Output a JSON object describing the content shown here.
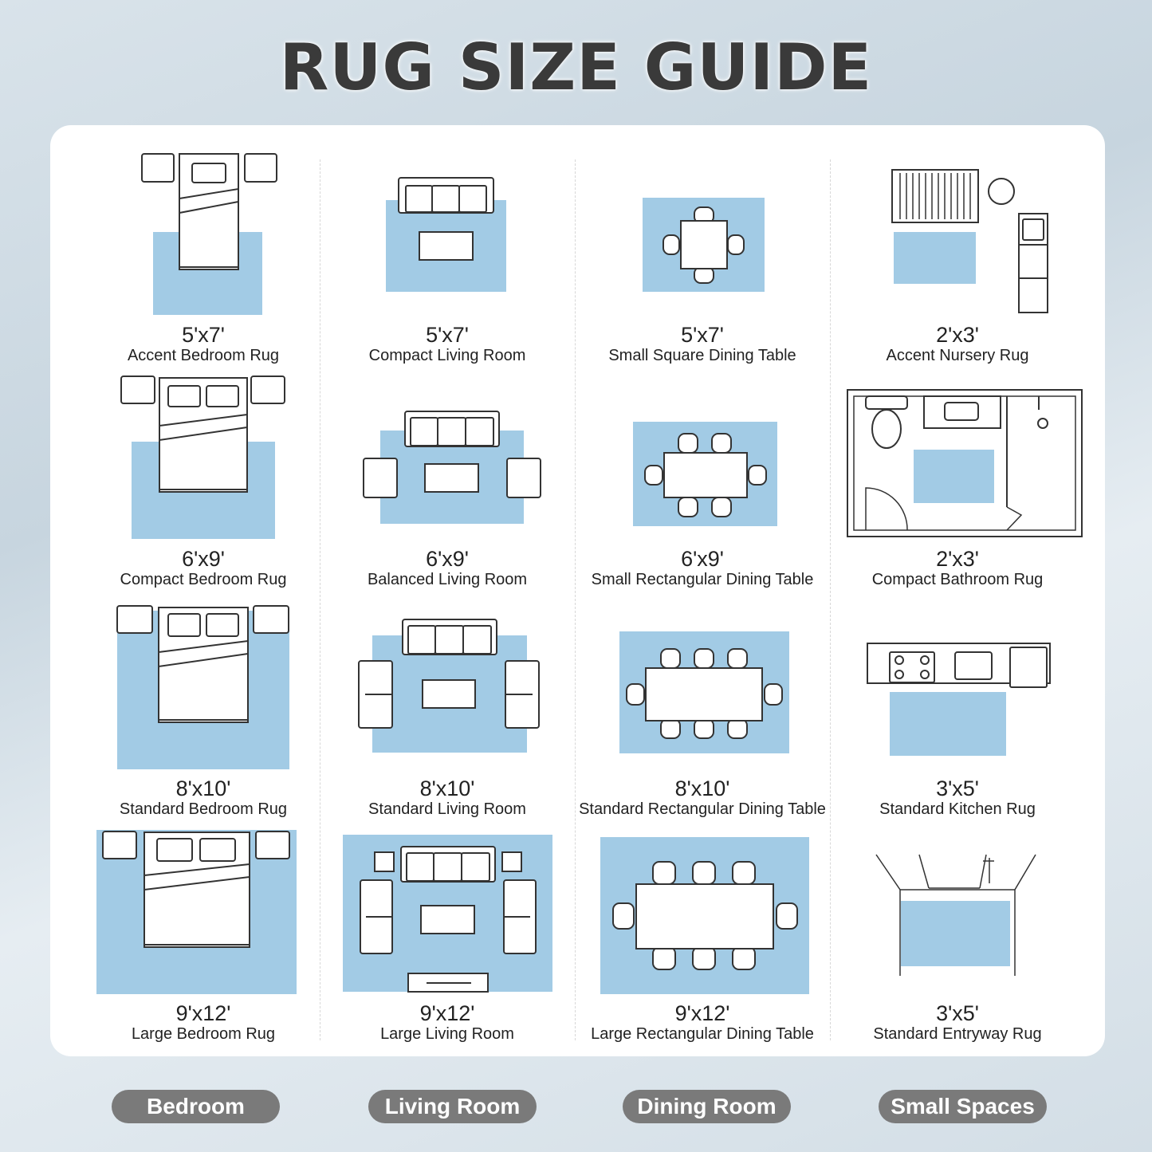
{
  "title": "RUG SIZE GUIDE",
  "categories": [
    "Bedroom",
    "Living Room",
    "Dining Room",
    "Small Spaces"
  ],
  "rows": [
    [
      {
        "size": "5'x7'",
        "name": "Accent Bedroom Rug"
      },
      {
        "size": "5'x7'",
        "name": "Compact Living Room"
      },
      {
        "size": "5'x7'",
        "name": "Small Square Dining Table"
      },
      {
        "size": "2'x3'",
        "name": "Accent Nursery Rug"
      }
    ],
    [
      {
        "size": "6'x9'",
        "name": "Compact Bedroom Rug"
      },
      {
        "size": "6'x9'",
        "name": "Balanced Living Room"
      },
      {
        "size": "6'x9'",
        "name": "Small Rectangular Dining Table"
      },
      {
        "size": "2'x3'",
        "name": "Compact Bathroom Rug"
      }
    ],
    [
      {
        "size": "8'x10'",
        "name": "Standard Bedroom Rug"
      },
      {
        "size": "8'x10'",
        "name": "Standard Living Room"
      },
      {
        "size": "8'x10'",
        "name": "Standard Rectangular Dining Table"
      },
      {
        "size": "3'x5'",
        "name": "Standard Kitchen Rug"
      }
    ],
    [
      {
        "size": "9'x12'",
        "name": "Large Bedroom Rug"
      },
      {
        "size": "9'x12'",
        "name": "Large Living Room"
      },
      {
        "size": "9'x12'",
        "name": "Large Rectangular Dining Table"
      },
      {
        "size": "3'x5'",
        "name": "Standard Entryway Rug"
      }
    ]
  ],
  "colors": {
    "rug": "#a2cbe5",
    "line": "#333333",
    "pill": "#7a7a7a"
  }
}
